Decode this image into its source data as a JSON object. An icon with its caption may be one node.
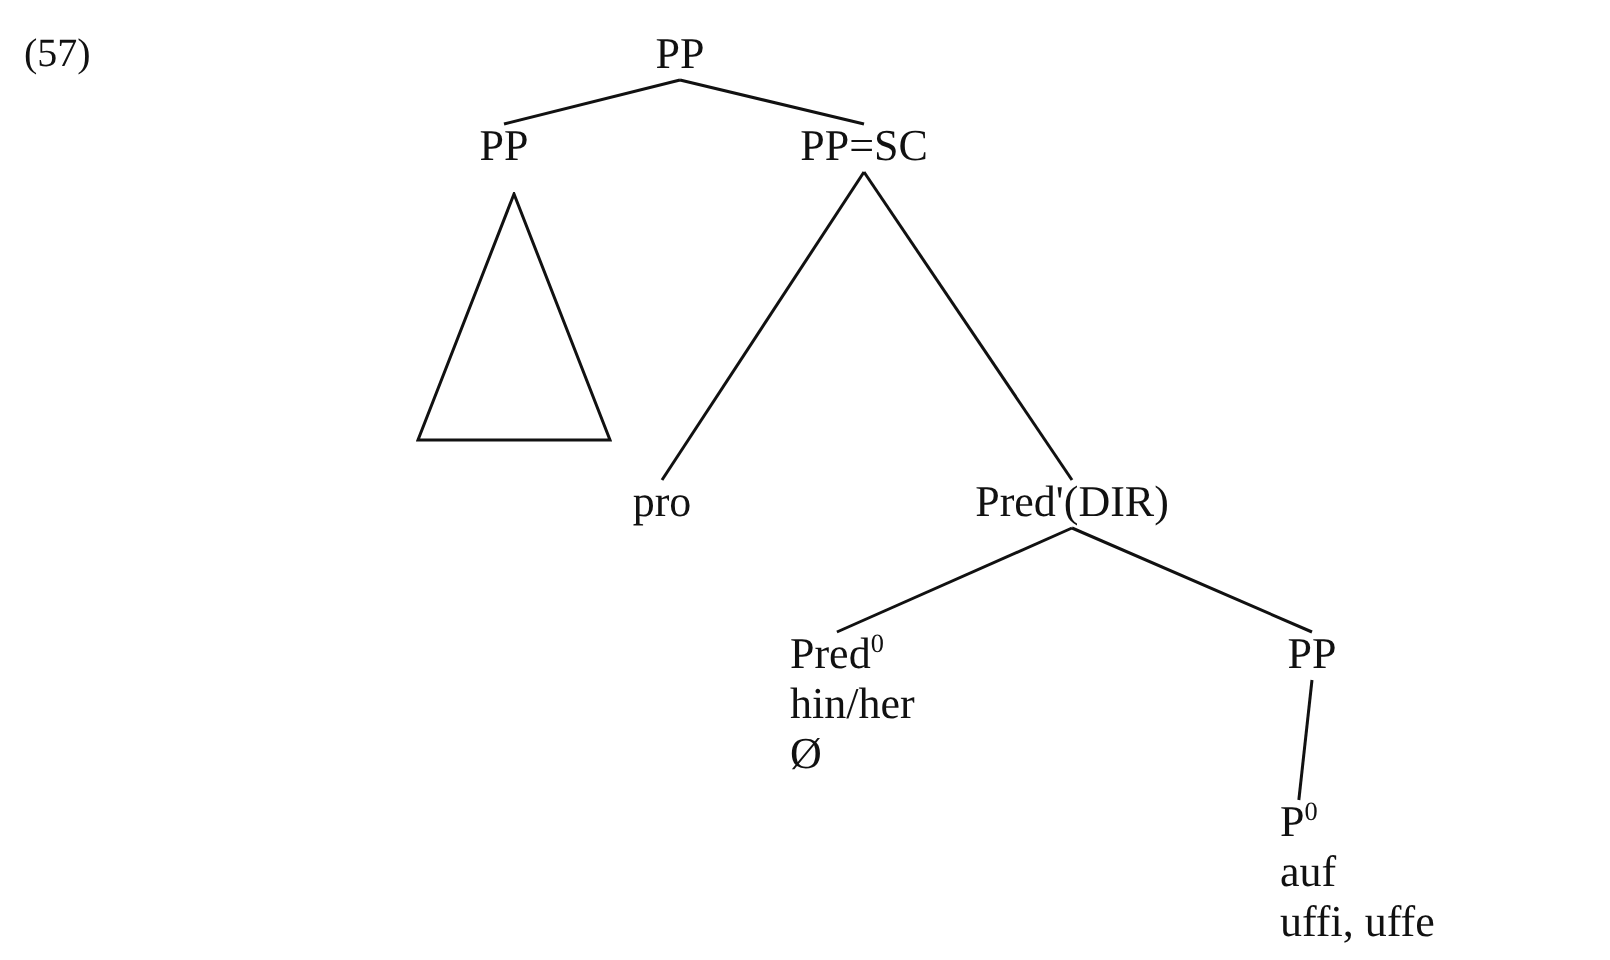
{
  "diagram": {
    "nodes": [
      {
        "text": [
          "PP"
        ]
      },
      {
        "text": [
          "PP"
        ]
      },
      {
        "text": [
          "PP=SC"
        ]
      },
      {
        "text": [],
        "shape": "triangle"
      },
      {
        "text": [
          "pro"
        ]
      },
      {
        "text": [
          "Pred'(DIR)"
        ]
      },
      {
        "text": [
          "Pred$^{0}$",
          "hin/her",
          "Ø"
        ]
      },
      {
        "text": [
          "PP"
        ]
      },
      {
        "text": [
          "P$^{0}$",
          "auf",
          "uffi, uffe"
        ]
      }
    ],
    "edges": [
      {
        "from": 0,
        "to": 1,
        "arrow": "none"
      },
      {
        "from": 0,
        "to": 2,
        "arrow": "none"
      },
      {
        "from": 2,
        "to": 4,
        "arrow": "none"
      },
      {
        "from": 2,
        "to": 5,
        "arrow": "none"
      },
      {
        "from": 5,
        "to": 6,
        "arrow": "none"
      },
      {
        "from": 5,
        "to": 7,
        "arrow": "none"
      },
      {
        "from": 7,
        "to": 8,
        "arrow": "none"
      }
    ],
    "labels": [
      "(57)"
    ]
  }
}
